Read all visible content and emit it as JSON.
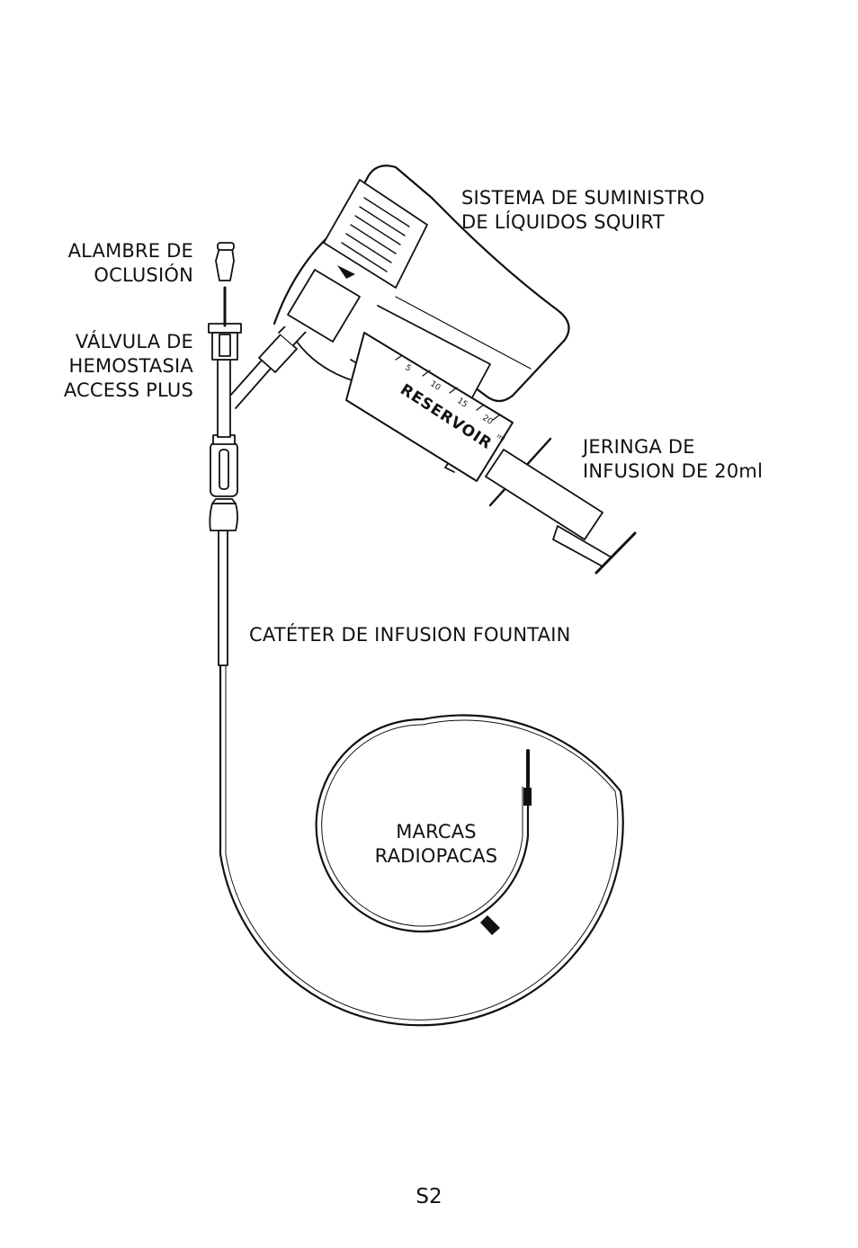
{
  "labels": {
    "squirt_line1": "SISTEMA DE SUMINISTRO",
    "squirt_line2": "DE LÍQUIDOS SQUIRT",
    "wire_line1": "ALAMBRE DE",
    "wire_line2": "OCLUSIÓN",
    "valve_line1": "VÁLVULA DE",
    "valve_line2": "HEMOSTASIA",
    "valve_line3": "ACCESS PLUS",
    "syringe_line1": "JERINGA DE",
    "syringe_line2": "INFUSION DE 20ml",
    "catheter": "CATÉTER DE INFUSION FOUNTAIN",
    "markers_line1": "MARCAS",
    "markers_line2": "RADIOPACAS"
  },
  "syringe": {
    "barrel_text": "RESERVOIR",
    "scale": [
      "5",
      "10",
      "15",
      "20"
    ],
    "unit": "ml"
  },
  "page_number": "S2"
}
